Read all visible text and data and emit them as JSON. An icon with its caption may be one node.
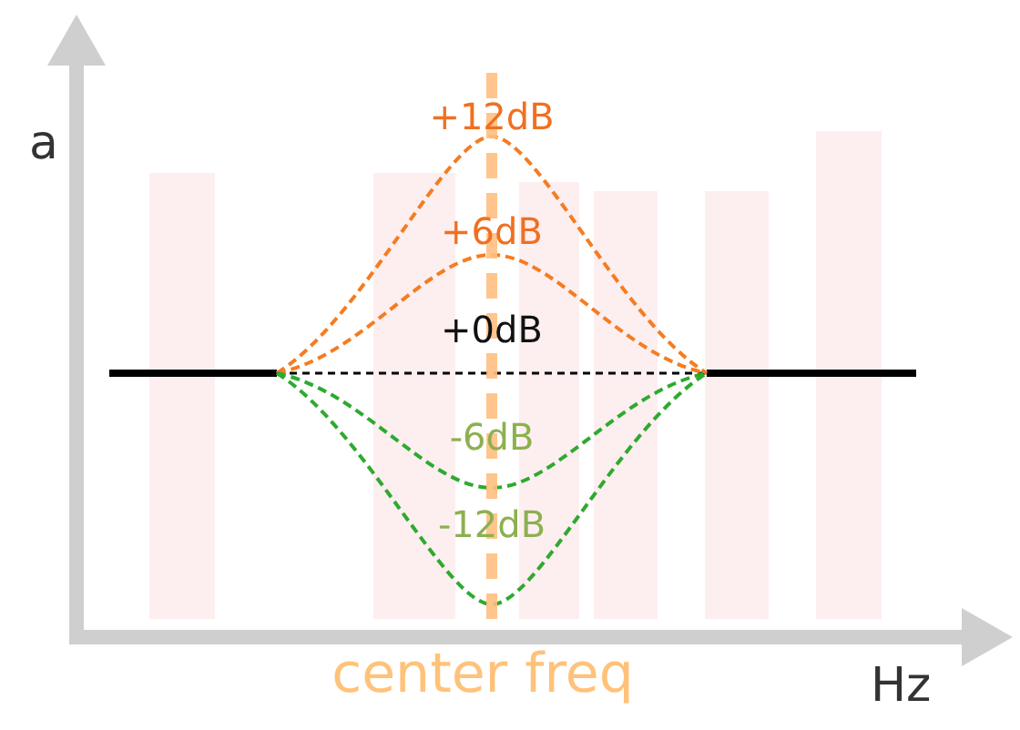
{
  "diagram": {
    "labels": [
      "a",
      "+12dB",
      "+6dB",
      "+0dB",
      "-6dB",
      "-12dB",
      "center freq",
      "Hz"
    ]
  }
}
